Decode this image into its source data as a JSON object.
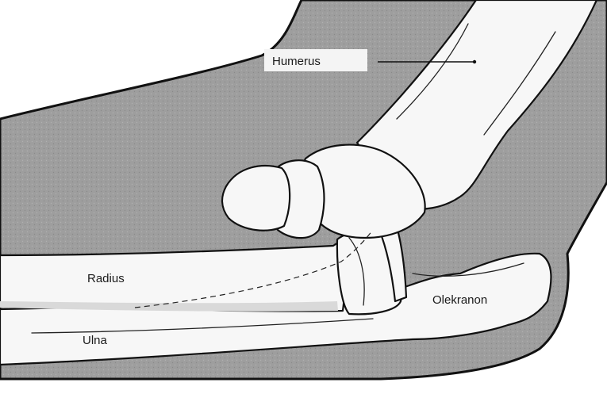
{
  "labels": {
    "humerus": "Humerus",
    "radius": "Radius",
    "ulna": "Ulna",
    "olekranon": "Olekranon"
  },
  "colors": {
    "skin": "#9c9c9c",
    "bone": "#f7f7f7",
    "outline": "#111111",
    "background": "#ffffff"
  }
}
